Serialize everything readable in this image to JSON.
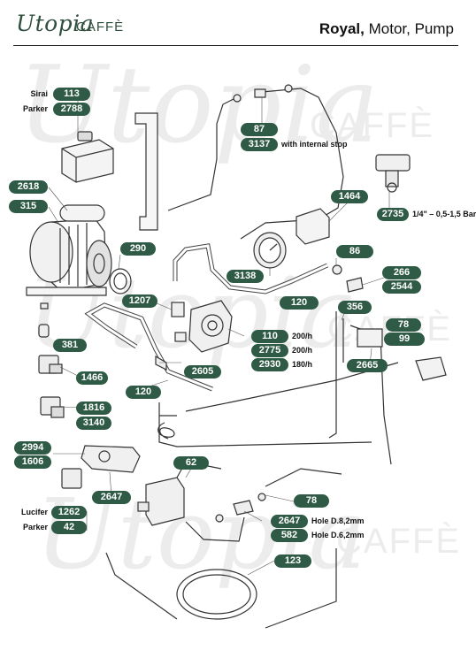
{
  "brand": {
    "script": "Utopia",
    "caffe": "CAFFÈ",
    "color": "#2f4f3f"
  },
  "title": {
    "bold": "Royal,",
    "rest": " Motor, Pump"
  },
  "watermark": {
    "script": "Utopia",
    "caffe": "CAFFÈ"
  },
  "accent": "#2e5a46",
  "callouts": {
    "c113": "113",
    "c2788": "2788",
    "c87": "87",
    "c3137": "3137",
    "c2618": "2618",
    "c315": "315",
    "c1464": "1464",
    "c2735": "2735",
    "c290": "290",
    "c86": "86",
    "c266": "266",
    "c2544": "2544",
    "c3138": "3138",
    "c1207": "1207",
    "c120a": "120",
    "c356": "356",
    "c78a": "78",
    "c99": "99",
    "c381": "381",
    "c110": "110",
    "c2775": "2775",
    "c2930": "2930",
    "c2665": "2665",
    "c2605": "2605",
    "c1466": "1466",
    "c120b": "120",
    "c1816": "1816",
    "c3140": "3140",
    "c2994": "2994",
    "c1606": "1606",
    "c62": "62",
    "c2647a": "2647",
    "c78b": "78",
    "c1262": "1262",
    "c2647b": "2647",
    "c42": "42",
    "c582": "582",
    "c123": "123"
  },
  "notes": {
    "sirai": "Sirai",
    "parker1": "Parker",
    "internal_stop": "with internal stop",
    "pressure": "1/4\" – 0,5-1,5 Bar",
    "flow110": "200/​h",
    "flow2775": "200/​h",
    "flow2930": "180/​h",
    "lucifer": "Lucifer",
    "parker2": "Parker",
    "hole8": "Hole D.8,2mm",
    "hole6": "Hole D.6,2mm"
  }
}
